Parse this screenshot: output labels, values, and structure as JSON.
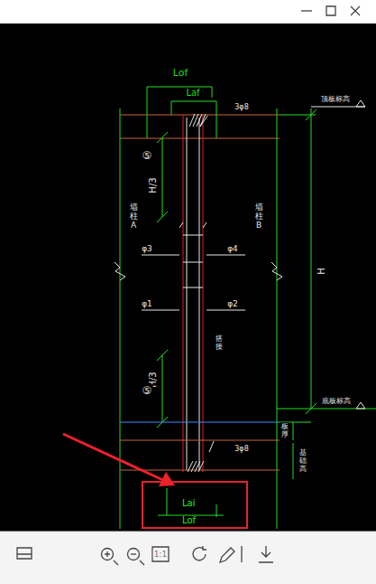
{
  "diagram": {
    "nodes": [
      {
        "text": [
          "Lai",
          "Lof"
        ]
      }
    ],
    "labels": [
      "Lof",
      "Laf",
      "3φ8",
      "顶板标高",
      "⑤",
      "H/3",
      "墙柱A",
      "墙柱B",
      "φ3",
      "φ4",
      "H",
      "φ1",
      "φ2",
      "搭接",
      "H/3",
      "⑤",
      "底板标高",
      "板厚",
      "3φ8",
      "基础高",
      "1:1"
    ]
  }
}
